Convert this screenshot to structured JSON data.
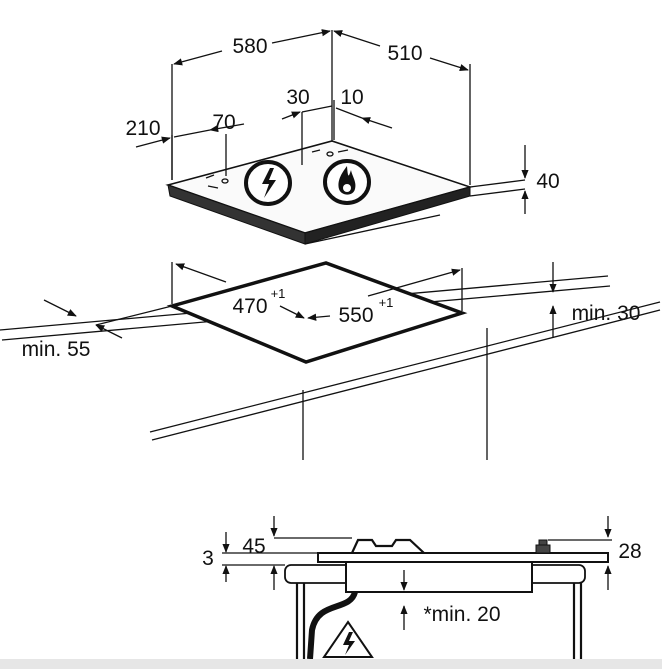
{
  "dimensions": {
    "width_580": "580",
    "depth_510": "510",
    "offset_30": "30",
    "offset_10": "10",
    "offset_210": "210",
    "offset_70": "70",
    "height_40": "40",
    "cutout_470": "470",
    "cutout_470_tol": "+1",
    "cutout_550": "550",
    "cutout_550_tol": "+1",
    "min_30": "min. 30",
    "min_55": "min. 55",
    "gap_3": "3",
    "gap_45": "45",
    "gap_28": "28",
    "min_20": "*min. 20"
  },
  "symbols": {
    "electric": "lightning-bolt-icon",
    "gas": "flame-icon",
    "warning": "electric-warning-icon"
  },
  "colors": {
    "ink": "#111111",
    "background": "#ffffff",
    "surface": "#f2f2f2"
  }
}
